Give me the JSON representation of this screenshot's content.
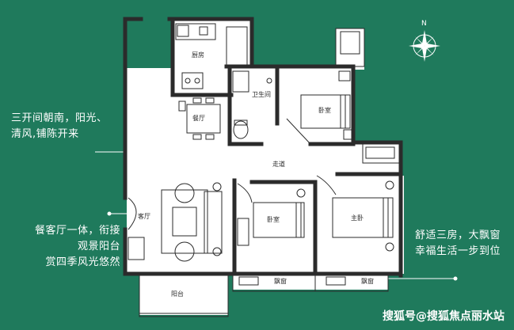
{
  "rooms": {
    "kitchen": "厨房",
    "dining": "餐厅",
    "bathroom": "卫生间",
    "bedroom_nw": "卧室",
    "corridor": "走道",
    "living": "客厅",
    "bedroom_mid": "卧室",
    "master": "主卧",
    "balcony": "阳台",
    "bay_window_1": "飘窗",
    "bay_window_2": "飘窗"
  },
  "callouts": {
    "left_top_1": "三开间朝南，阳光、",
    "left_top_2": "清风,铺陈开来",
    "left_mid_1": "餐客厅一体，衔接",
    "left_mid_2": "观景阳台",
    "left_mid_3": "赏四季风光悠然",
    "right_1": "舒适三房，大飘窗",
    "right_2": "幸福生活一步到位"
  },
  "compass_label": "N",
  "watermark": "搜狐号@搜狐焦点丽水站",
  "colors": {
    "background": "#1f7a5c",
    "floor": "#ffffff",
    "line": "#2b2b2b",
    "wall_light": "#f3f3f3"
  }
}
